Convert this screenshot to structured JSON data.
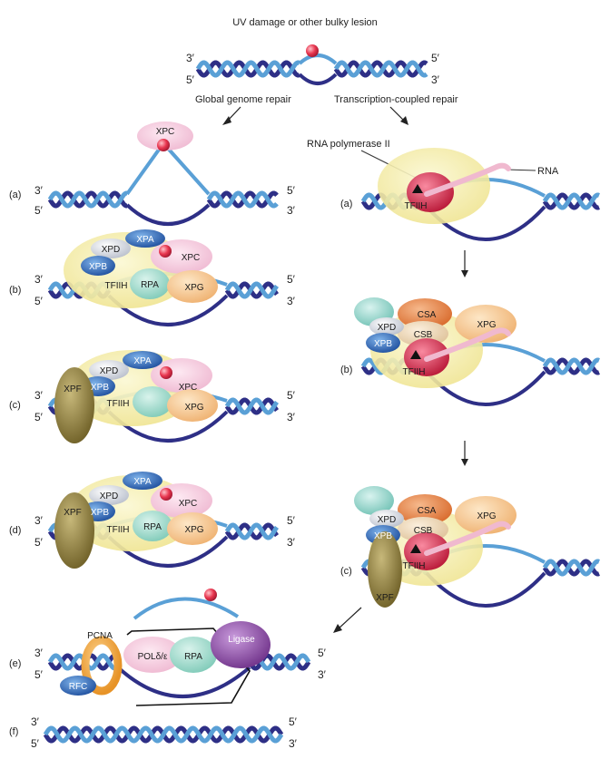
{
  "title": "UV damage or other bulky lesion",
  "pathways": {
    "left": "Global genome repair",
    "right": "Transcription-coupled repair"
  },
  "ends": {
    "three_prime": "3′",
    "five_prime": "5′"
  },
  "steps": {
    "a": "(a)",
    "b": "(b)",
    "c": "(c)",
    "d": "(d)",
    "e": "(e)",
    "f": "(f)"
  },
  "proteins": {
    "xpc": "XPC",
    "xpa": "XPA",
    "xpd": "XPD",
    "xpb": "XPB",
    "tfiih": "TFIIH",
    "rpa": "RPA",
    "xpg": "XPG",
    "xpf": "XPF",
    "csa": "CSA",
    "csb": "CSB",
    "pcna": "PCNA",
    "rfc": "RFC",
    "pol": "POLδ/ε",
    "ligase": "Ligase"
  },
  "labels": {
    "rna_polymerase": "RNA polymerase II",
    "rna": "RNA"
  },
  "colors": {
    "dark_strand": "#2e2f86",
    "light_strand": "#5aa0d6",
    "lesion": "#e8364f",
    "tfiih": "#f4eea0",
    "xpc": "#f3c6dc",
    "xpa": "#3b78c4",
    "xpb": "#2d62b0",
    "xpd": "#d9dde6",
    "rpa": "#9ad8c9",
    "xpg": "#f6c78e",
    "xpf": "#8a7a3a",
    "csa": "#e9874a",
    "csb": "#eed7b5",
    "polII": "#d72b4a",
    "rna": "#f0b9cf",
    "pcna": "#f3a53a",
    "rfc": "#3b6fbf",
    "ligase": "#8b4fa3",
    "teal": "#8fd3c8"
  }
}
